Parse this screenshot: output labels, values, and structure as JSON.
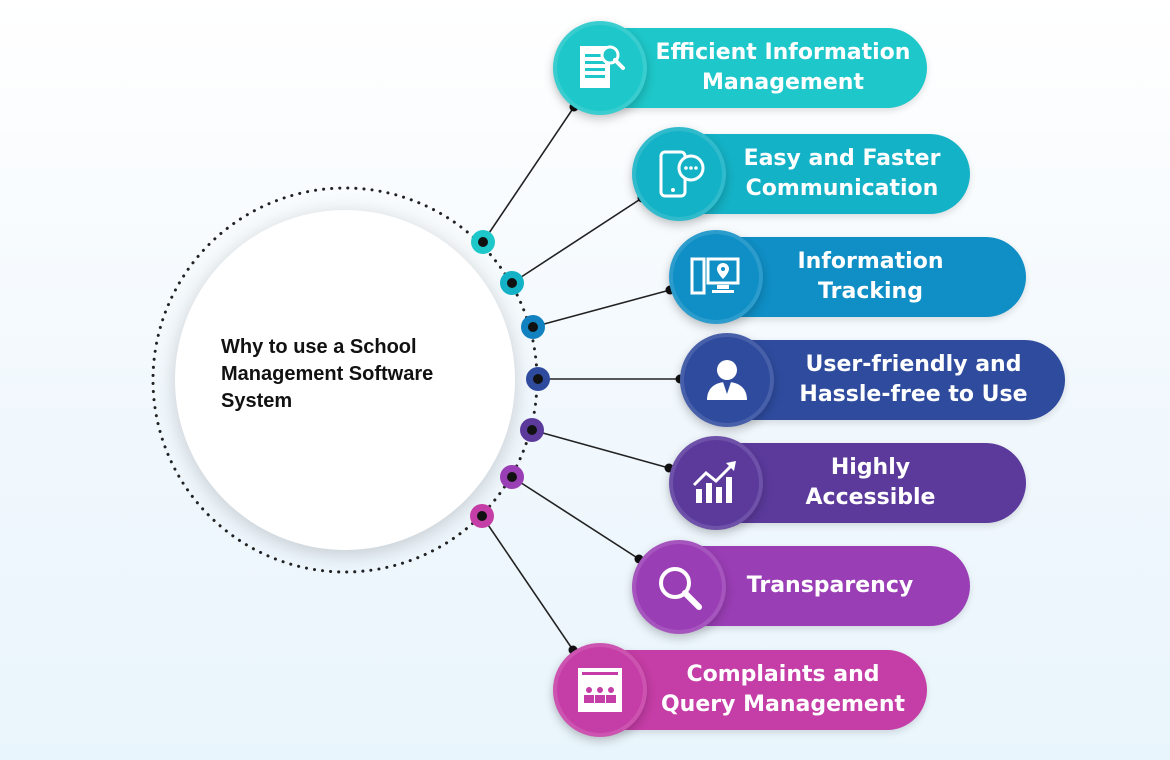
{
  "center_title": "Why to use a School Management Software System",
  "items": [
    {
      "label_line1": "Efficient Information",
      "label_line2": "Management",
      "icon": "document-search-icon",
      "color": "#1ec7c9",
      "dot_color": "#1ec7c9"
    },
    {
      "label_line1": "Easy and Faster",
      "label_line2": "Communication",
      "icon": "smartphone-chat-icon",
      "color": "#14b2c6",
      "dot_color": "#14b2c6"
    },
    {
      "label_line1": "Information",
      "label_line2": "Tracking",
      "icon": "computer-location-icon",
      "color": "#0f8fc6",
      "dot_color": "#1181c0"
    },
    {
      "label_line1": "User-friendly and",
      "label_line2": "Hassle-free to Use",
      "icon": "user-icon",
      "color": "#2e4b9e",
      "dot_color": "#2e4b9e"
    },
    {
      "label_line1": "Highly",
      "label_line2": "Accessible",
      "icon": "growth-chart-icon",
      "color": "#5b3a9c",
      "dot_color": "#5b3a9c"
    },
    {
      "label_line1": "Transparency",
      "label_line2": "",
      "icon": "magnifier-icon",
      "color": "#9a3eb5",
      "dot_color": "#9a3eb5"
    },
    {
      "label_line1": "Complaints and",
      "label_line2": "Query Management",
      "icon": "feedback-board-icon",
      "color": "#c53da6",
      "dot_color": "#c53da6"
    }
  ]
}
